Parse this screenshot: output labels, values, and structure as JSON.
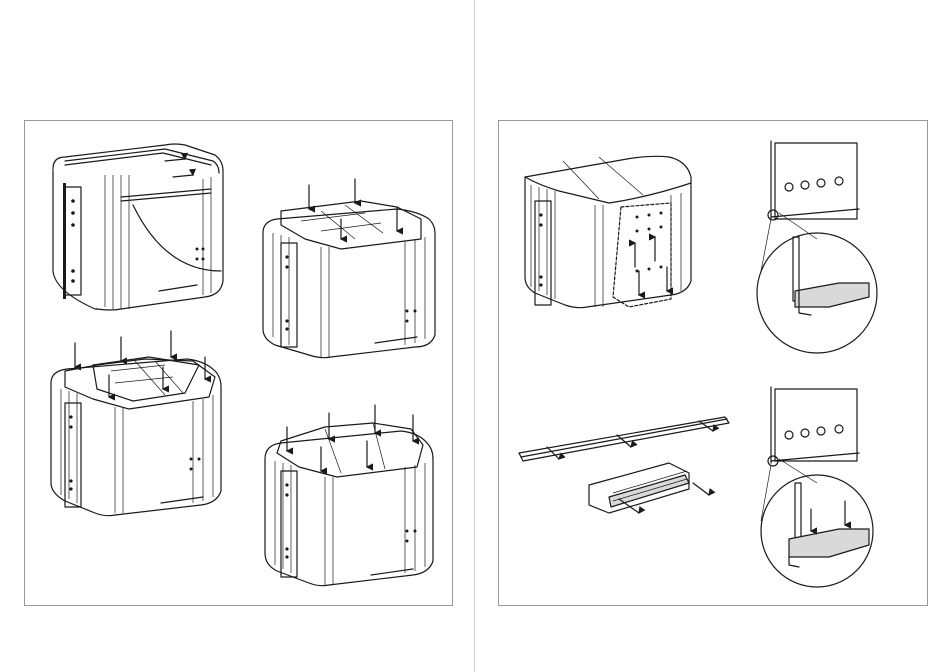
{
  "page": {
    "steps": [
      {
        "id": "step-frame",
        "panel": "left"
      },
      {
        "id": "step-roof-frames",
        "panel": "left"
      },
      {
        "id": "step-roof-frames-full",
        "panel": "left"
      },
      {
        "id": "step-roof-covers",
        "panel": "left"
      },
      {
        "id": "step-wall-panel",
        "panel": "right"
      },
      {
        "id": "step-panel-detail",
        "panel": "right"
      },
      {
        "id": "step-rails",
        "panel": "right"
      },
      {
        "id": "step-rail-detail",
        "panel": "right"
      }
    ],
    "icons": [
      "arrow-down-icon",
      "arrow-up-icon",
      "arrow-diagonal-icon",
      "magnify-circle-icon"
    ],
    "colors": {
      "line": "#1a1a1a",
      "border": "#9a9a9a",
      "divider": "#cfcfcf",
      "background": "#ffffff"
    }
  }
}
